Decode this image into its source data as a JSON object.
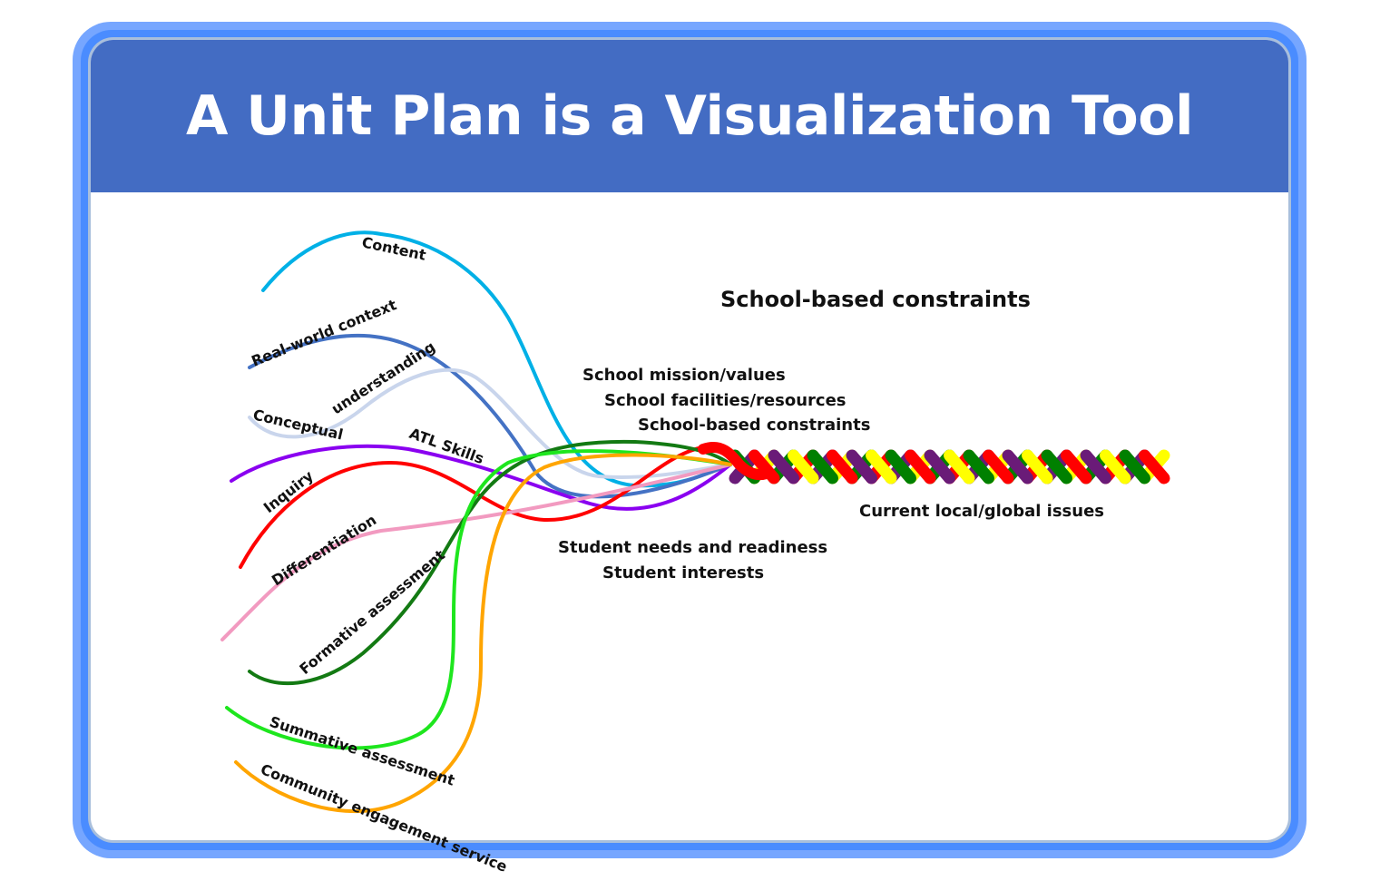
{
  "title": "A Unit Plan is a Visualization Tool",
  "strands": [
    {
      "label": "Content",
      "color": "#00b0e6"
    },
    {
      "label": "Real-world context",
      "color": "#4472c4"
    },
    {
      "label": "Conceptual understanding",
      "color": "#c9d5ec"
    },
    {
      "label": "ATL Skills",
      "color": "#8a00f0"
    },
    {
      "label": "Inquiry",
      "color": "#ff0000"
    },
    {
      "label": "Differentiation",
      "color": "#f29ac0"
    },
    {
      "label": "Formative assessment",
      "color": "#137a13"
    },
    {
      "label": "Summative assessment",
      "color": "#1ee61e"
    },
    {
      "label": "Community engagement service",
      "color": "#ffa500"
    }
  ],
  "right_labels": {
    "heading": "School-based constraints",
    "mission": "School mission/values",
    "facilities": "School facilities/resources",
    "constraints": "School-based constraints",
    "issues": "Current local/global issues",
    "needs": "Student needs and readiness",
    "interests": "Student interests"
  },
  "braid_colors": [
    "#008000",
    "#ff0000",
    "#6a1b78",
    "#ffff00"
  ]
}
